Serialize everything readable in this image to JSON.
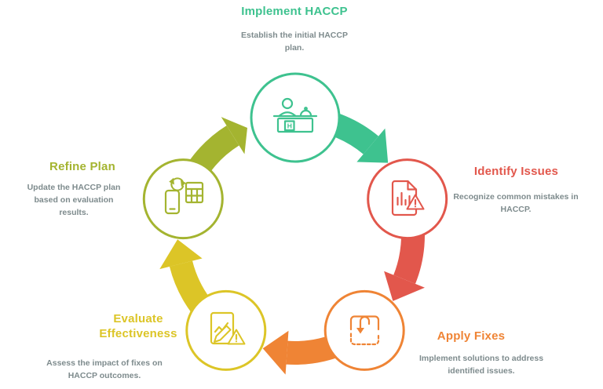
{
  "diagram": {
    "kind": "cycle",
    "direction": "clockwise",
    "step_count": 5
  },
  "colors": {
    "background": "#ffffff",
    "description_text": "#7e8b8d",
    "green": "#3ec28f",
    "red": "#e2574c",
    "orange": "#ef8435",
    "yellow": "#dcc527",
    "olive": "#a4b430"
  },
  "steps": [
    {
      "id": "implement-haccp",
      "title": "Implement HACCP",
      "description": "Establish the initial HACCP plan.",
      "color": "#3ec28f",
      "icon": "reception-desk-icon",
      "icon_letter": "H"
    },
    {
      "id": "identify-issues",
      "title": "Identify Issues",
      "description": "Recognize common mistakes in HACCP.",
      "color": "#e2574c",
      "icon": "document-chart-warning-icon"
    },
    {
      "id": "apply-fixes",
      "title": "Apply Fixes",
      "description": "Implement solutions to address identified issues.",
      "color": "#ef8435",
      "icon": "insert-solution-icon"
    },
    {
      "id": "evaluate-effectiveness",
      "title": "Evaluate Effectiveness",
      "description": "Assess the impact of fixes on HACCP outcomes.",
      "color": "#dcc527",
      "icon": "document-review-warning-icon"
    },
    {
      "id": "refine-plan",
      "title": "Refine Plan",
      "description": "Update the HACCP plan based on evaluation results.",
      "color": "#a4b430",
      "icon": "sync-devices-icon"
    }
  ]
}
